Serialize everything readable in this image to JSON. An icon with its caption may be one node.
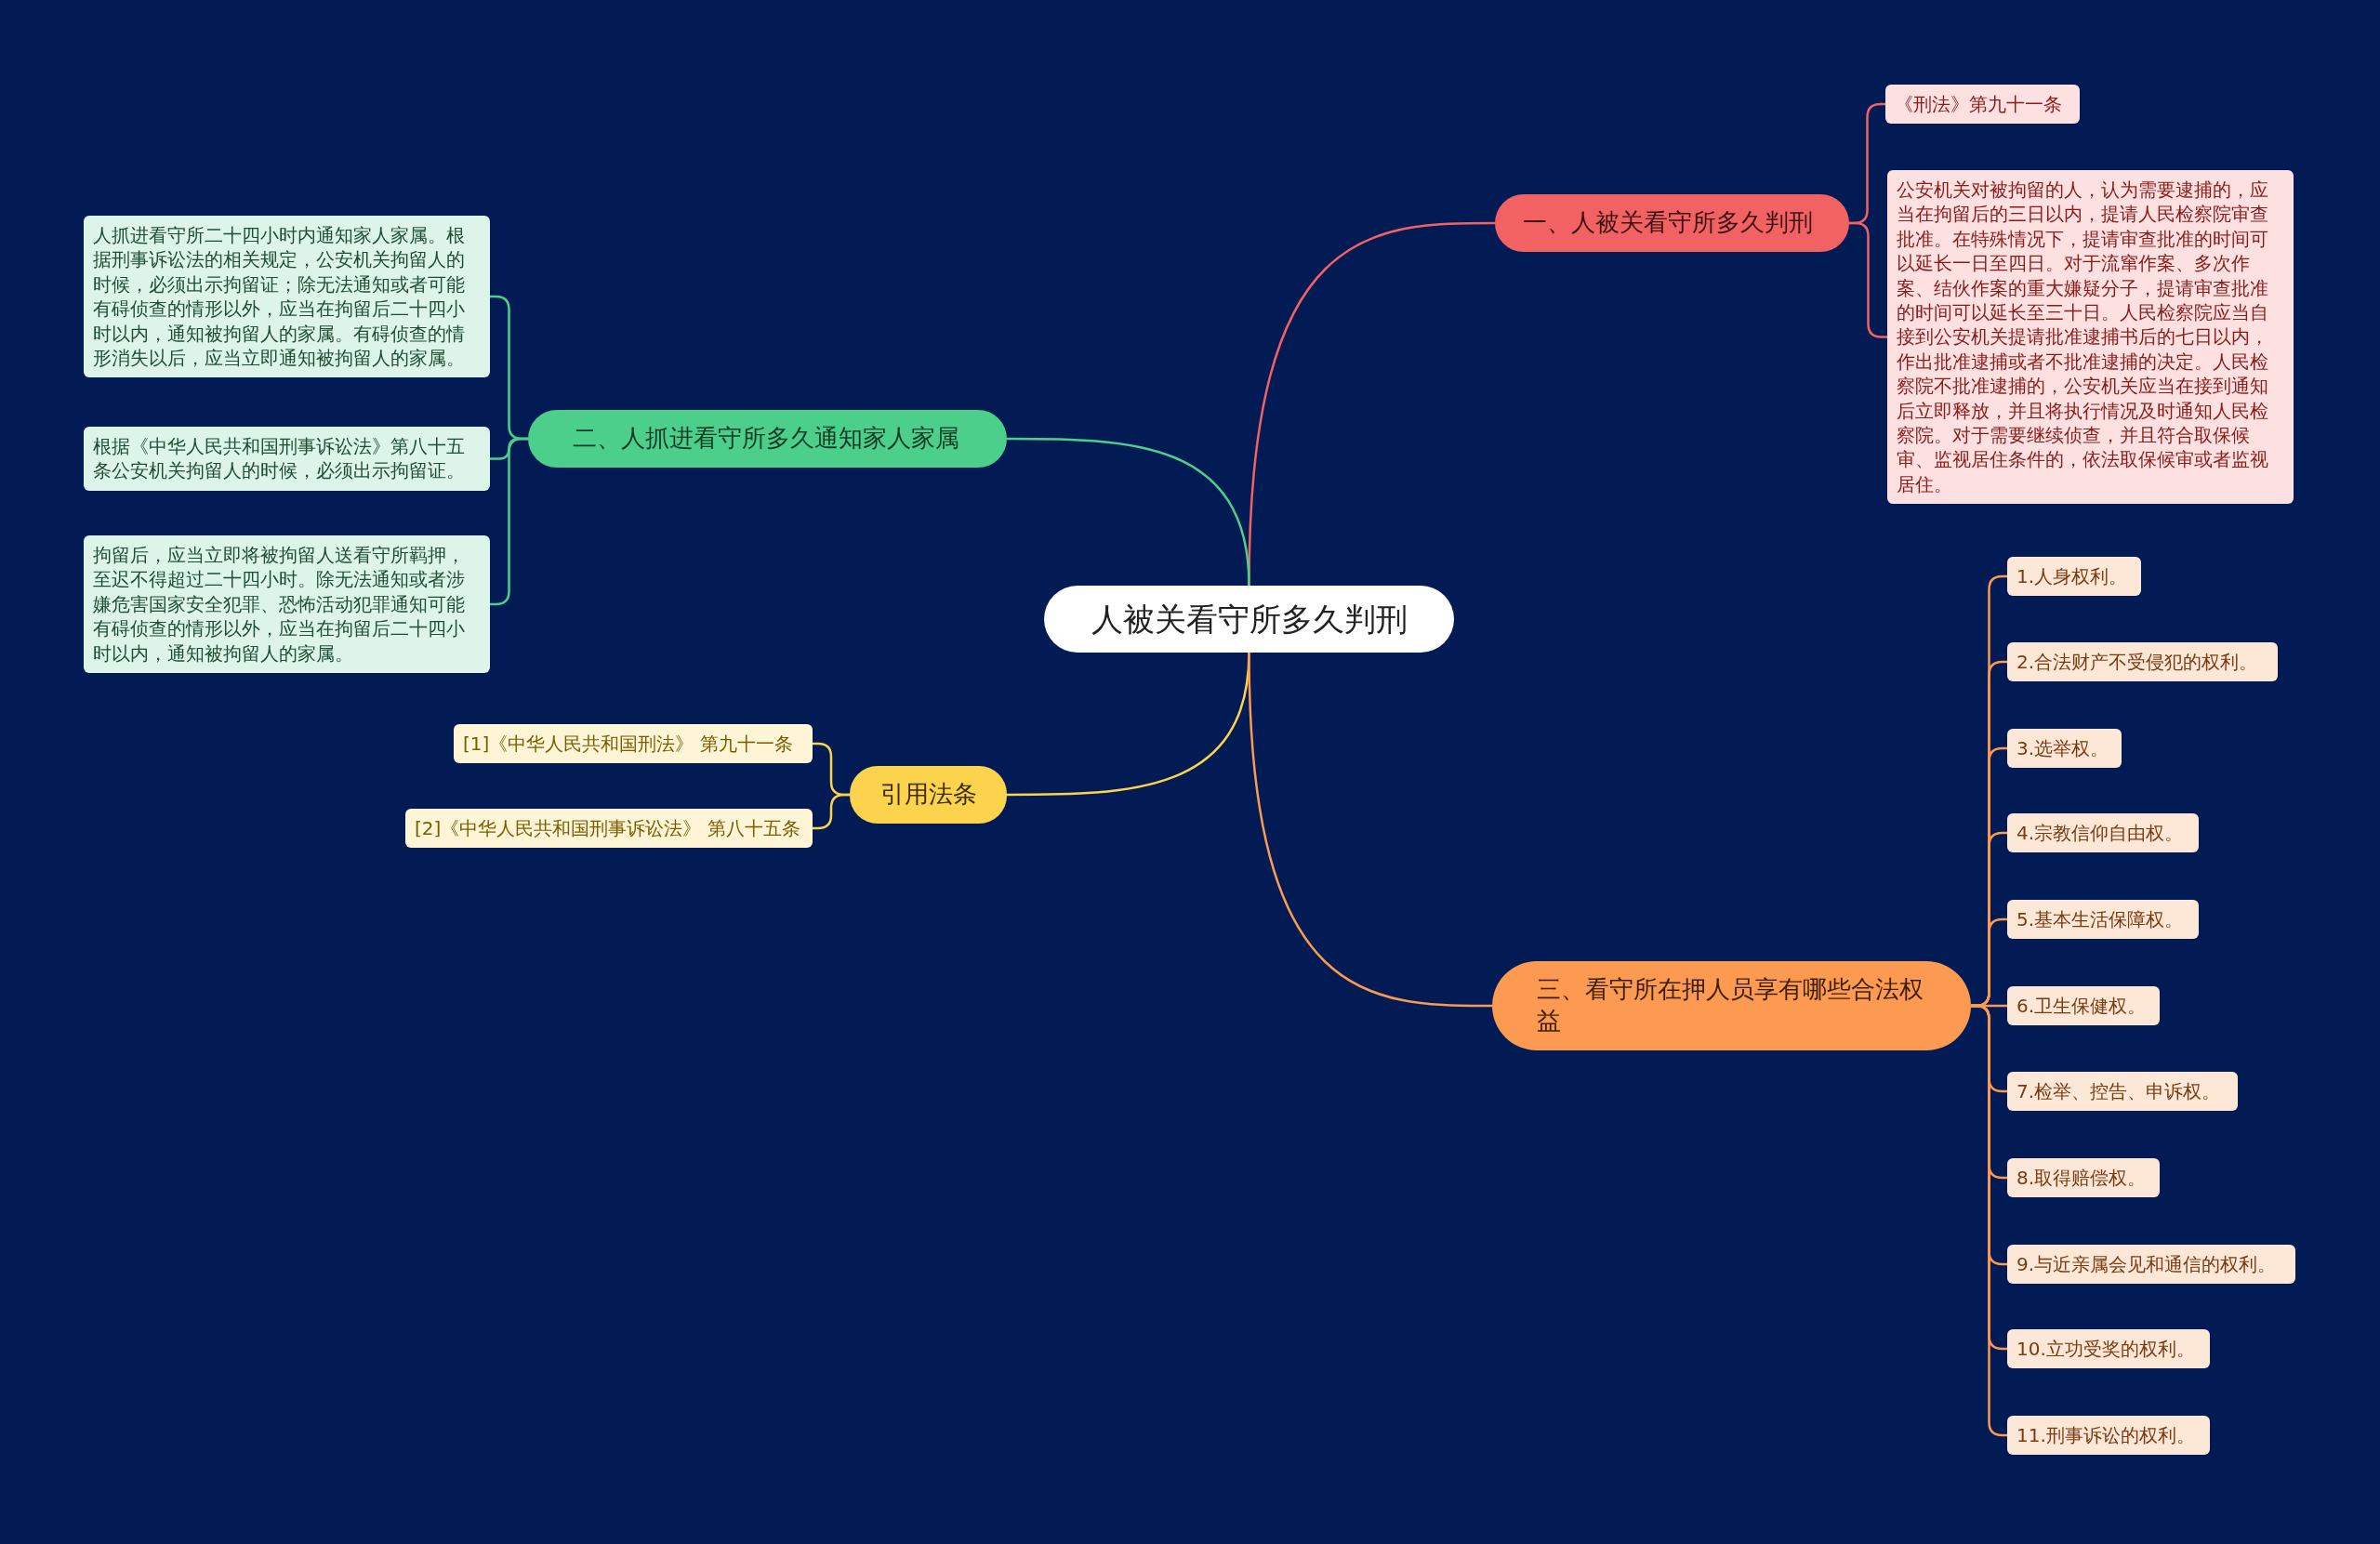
{
  "diagram": {
    "nodes": [
      {
        "text": [
          "人被关看守所多久判刑"
        ]
      },
      {
        "text": [
          "一、人被关看守所多久判刑"
        ]
      },
      {
        "text": [
          "《刑法》第九十一条"
        ]
      },
      {
        "text": [
          "公安机关对被拘留的人，认为需要逮捕的，应当在拘留后的三日以内，提请人民检察院审查批准。在特殊情况下，提请审查批准的时间可以延长一日至四日。对于流窜作案、多次作案、结伙作案的重大嫌疑分子，提请审查批准的时间可以延长至三十日。人民检察院应当自接到公安机关提请批准逮捕书后的七日以内，作出批准逮捕或者不批准逮捕的决定。人民检察院不批准逮捕的，公安机关应当在接到通知后立即释放，并且将执行情况及时通知人民检察院。对于需要继续侦查，并且符合取保候审、监视居住条件的，依法取保候审或者监视居住。"
        ]
      },
      {
        "text": [
          "二、人抓进看守所多久通知家人家属"
        ]
      },
      {
        "text": [
          "人抓进看守所二十四小时内通知家人家属。根据刑事诉讼法的相关规定，公安机关拘留人的时候，必须出示拘留证；除无法通知或者可能有碍侦查的情形以外，应当在拘留后二十四小时以内，通知被拘留人的家属。有碍侦查的情形消失以后，应当立即通知被拘留人的家属。"
        ]
      },
      {
        "text": [
          "根据《中华人民共和国刑事诉讼法》第八十五条公安机关拘留人的时候，必须出示拘留证。"
        ]
      },
      {
        "text": [
          "拘留后，应当立即将被拘留人送看守所羁押，至迟不得超过二十四小时。除无法通知或者涉嫌危害国家安全犯罪、恐怖活动犯罪通知可能有碍侦查的情形以外，应当在拘留后二十四小时以内，通知被拘留人的家属。"
        ]
      },
      {
        "text": [
          "引用法条"
        ]
      },
      {
        "text": [
          "[1]《中华人民共和国刑法》 第九十一条"
        ]
      },
      {
        "text": [
          "[2]《中华人民共和国刑事诉讼法》 第八十五条"
        ]
      },
      {
        "text": [
          "三、看守所在押人员享有哪些合法权益"
        ]
      },
      {
        "text": [
          "1.人身权利。"
        ]
      },
      {
        "text": [
          "2.合法财产不受侵犯的权利。"
        ]
      },
      {
        "text": [
          "3.选举权。"
        ]
      },
      {
        "text": [
          "4.宗教信仰自由权。"
        ]
      },
      {
        "text": [
          "5.基本生活保障权。"
        ]
      },
      {
        "text": [
          "6.卫生保健权。"
        ]
      },
      {
        "text": [
          "7.检举、控告、申诉权。"
        ]
      },
      {
        "text": [
          "8.取得赔偿权。"
        ]
      },
      {
        "text": [
          "9.与近亲属会见和通信的权利。"
        ]
      },
      {
        "text": [
          "10.立功受奖的权利。"
        ]
      },
      {
        "text": [
          "11.刑事诉讼的权利。"
        ]
      }
    ],
    "edges": [
      {
        "from": 0,
        "to": 1,
        "arrow": "none",
        "color": "#f26262"
      },
      {
        "from": 1,
        "to": 2,
        "arrow": "none",
        "color": "#f26262"
      },
      {
        "from": 1,
        "to": 3,
        "arrow": "none",
        "color": "#f26262"
      },
      {
        "from": 0,
        "to": 4,
        "arrow": "none",
        "color": "#4ccf8a"
      },
      {
        "from": 4,
        "to": 5,
        "arrow": "none",
        "color": "#4ccf8a"
      },
      {
        "from": 4,
        "to": 6,
        "arrow": "none",
        "color": "#4ccf8a"
      },
      {
        "from": 4,
        "to": 7,
        "arrow": "none",
        "color": "#4ccf8a"
      },
      {
        "from": 0,
        "to": 8,
        "arrow": "none",
        "color": "#fcd34d"
      },
      {
        "from": 8,
        "to": 9,
        "arrow": "none",
        "color": "#fcd34d"
      },
      {
        "from": 8,
        "to": 10,
        "arrow": "none",
        "color": "#fcd34d"
      },
      {
        "from": 0,
        "to": 11,
        "arrow": "none"
      },
      {
        "from": 11,
        "to": 12,
        "arrow": "none"
      },
      {
        "from": 11,
        "to": 13,
        "arrow": "none"
      },
      {
        "from": 11,
        "to": 14,
        "arrow": "none"
      },
      {
        "from": 11,
        "to": 15,
        "arrow": "none"
      },
      {
        "from": 11,
        "to": 16,
        "arrow": "none"
      },
      {
        "from": 11,
        "to": 17,
        "arrow": "none"
      },
      {
        "from": 11,
        "to": 18,
        "arrow": "none"
      },
      {
        "from": 11,
        "to": 19,
        "arrow": "none"
      },
      {
        "from": 11,
        "to": 20,
        "arrow": "none"
      },
      {
        "from": 11,
        "to": 21,
        "arrow": "none"
      },
      {
        "from": 11,
        "to": 22,
        "arrow": "none"
      }
    ]
  }
}
